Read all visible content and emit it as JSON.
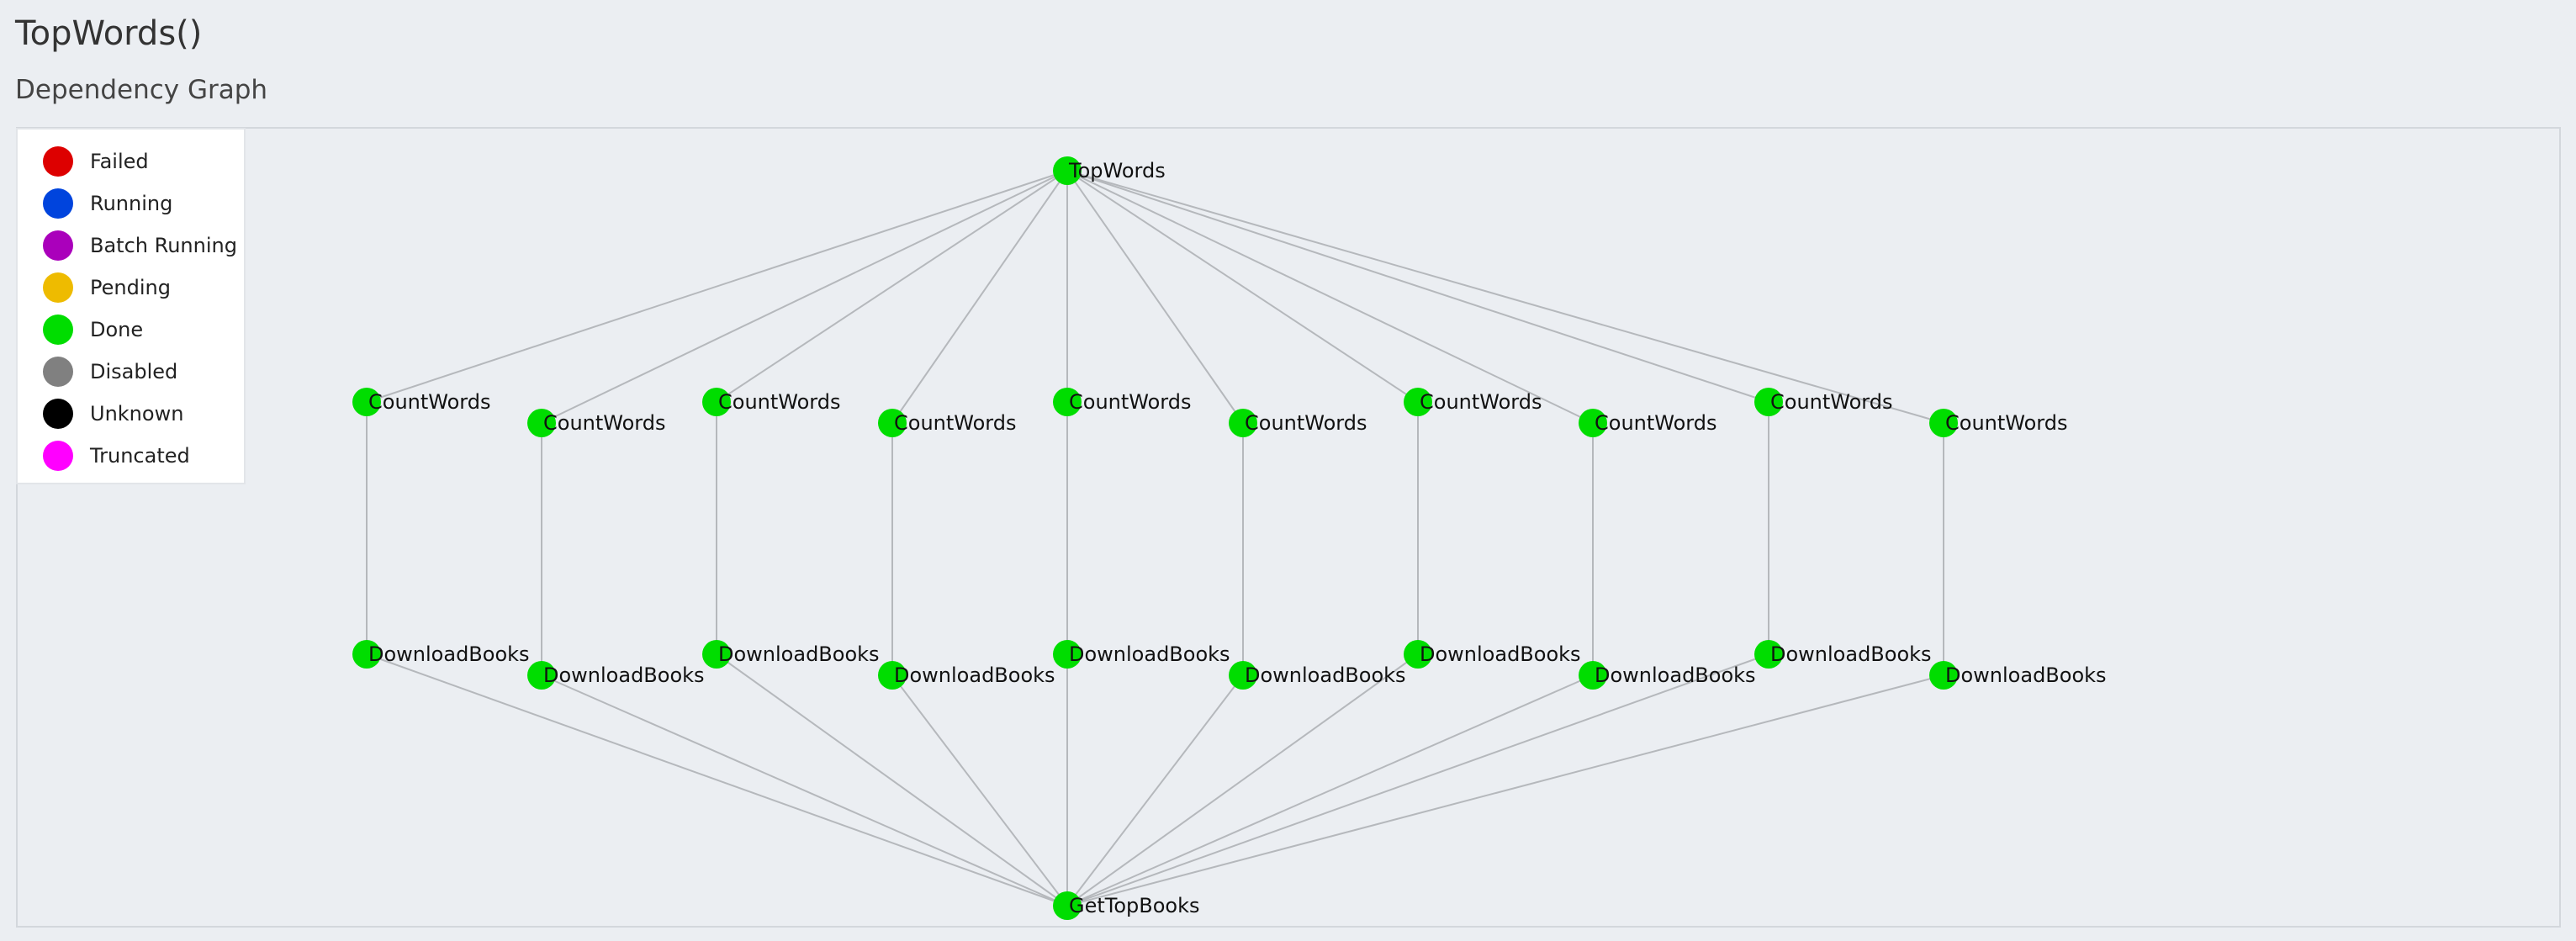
{
  "page": {
    "title": "TopWords()",
    "section_title": "Dependency Graph"
  },
  "legend": {
    "items": [
      {
        "label": "Failed",
        "color": "#dd0000",
        "icon": "failed-status-dot"
      },
      {
        "label": "Running",
        "color": "#0044dd",
        "icon": "running-status-dot"
      },
      {
        "label": "Batch Running",
        "color": "#aa00bb",
        "icon": "batch-running-status-dot"
      },
      {
        "label": "Pending",
        "color": "#eebb00",
        "icon": "pending-status-dot"
      },
      {
        "label": "Done",
        "color": "#00dd00",
        "icon": "done-status-dot"
      },
      {
        "label": "Disabled",
        "color": "#808080",
        "icon": "disabled-status-dot"
      },
      {
        "label": "Unknown",
        "color": "#000000",
        "icon": "unknown-status-dot"
      },
      {
        "label": "Truncated",
        "color": "#ff00ff",
        "icon": "truncated-status-dot"
      }
    ]
  },
  "graph": {
    "edge_color": "#b5b8bc",
    "nodes": [
      {
        "id": "top",
        "label": "TopWords",
        "status": "Done"
      },
      {
        "id": "cw1",
        "label": "CountWords",
        "status": "Done"
      },
      {
        "id": "cw2",
        "label": "CountWords",
        "status": "Done"
      },
      {
        "id": "cw3",
        "label": "CountWords",
        "status": "Done"
      },
      {
        "id": "cw4",
        "label": "CountWords",
        "status": "Done"
      },
      {
        "id": "cw5",
        "label": "CountWords",
        "status": "Done"
      },
      {
        "id": "cw6",
        "label": "CountWords",
        "status": "Done"
      },
      {
        "id": "cw7",
        "label": "CountWords",
        "status": "Done"
      },
      {
        "id": "cw8",
        "label": "CountWords",
        "status": "Done"
      },
      {
        "id": "cw9",
        "label": "CountWords",
        "status": "Done"
      },
      {
        "id": "cw10",
        "label": "CountWords",
        "status": "Done"
      },
      {
        "id": "db1",
        "label": "DownloadBooks",
        "status": "Done"
      },
      {
        "id": "db2",
        "label": "DownloadBooks",
        "status": "Done"
      },
      {
        "id": "db3",
        "label": "DownloadBooks",
        "status": "Done"
      },
      {
        "id": "db4",
        "label": "DownloadBooks",
        "status": "Done"
      },
      {
        "id": "db5",
        "label": "DownloadBooks",
        "status": "Done"
      },
      {
        "id": "db6",
        "label": "DownloadBooks",
        "status": "Done"
      },
      {
        "id": "db7",
        "label": "DownloadBooks",
        "status": "Done"
      },
      {
        "id": "db8",
        "label": "DownloadBooks",
        "status": "Done"
      },
      {
        "id": "db9",
        "label": "DownloadBooks",
        "status": "Done"
      },
      {
        "id": "db10",
        "label": "DownloadBooks",
        "status": "Done"
      },
      {
        "id": "gtb",
        "label": "GetTopBooks",
        "status": "Done"
      }
    ],
    "edges": [
      [
        "top",
        "cw1"
      ],
      [
        "top",
        "cw2"
      ],
      [
        "top",
        "cw3"
      ],
      [
        "top",
        "cw4"
      ],
      [
        "top",
        "cw5"
      ],
      [
        "top",
        "cw6"
      ],
      [
        "top",
        "cw7"
      ],
      [
        "top",
        "cw8"
      ],
      [
        "top",
        "cw9"
      ],
      [
        "top",
        "cw10"
      ],
      [
        "cw1",
        "db1"
      ],
      [
        "cw2",
        "db2"
      ],
      [
        "cw3",
        "db3"
      ],
      [
        "cw4",
        "db4"
      ],
      [
        "cw5",
        "db5"
      ],
      [
        "cw6",
        "db6"
      ],
      [
        "cw7",
        "db7"
      ],
      [
        "cw8",
        "db8"
      ],
      [
        "cw9",
        "db9"
      ],
      [
        "cw10",
        "db10"
      ],
      [
        "db1",
        "gtb"
      ],
      [
        "db2",
        "gtb"
      ],
      [
        "db3",
        "gtb"
      ],
      [
        "db4",
        "gtb"
      ],
      [
        "db5",
        "gtb"
      ],
      [
        "db6",
        "gtb"
      ],
      [
        "db7",
        "gtb"
      ],
      [
        "db8",
        "gtb"
      ],
      [
        "db9",
        "gtb"
      ],
      [
        "db10",
        "gtb"
      ]
    ]
  }
}
